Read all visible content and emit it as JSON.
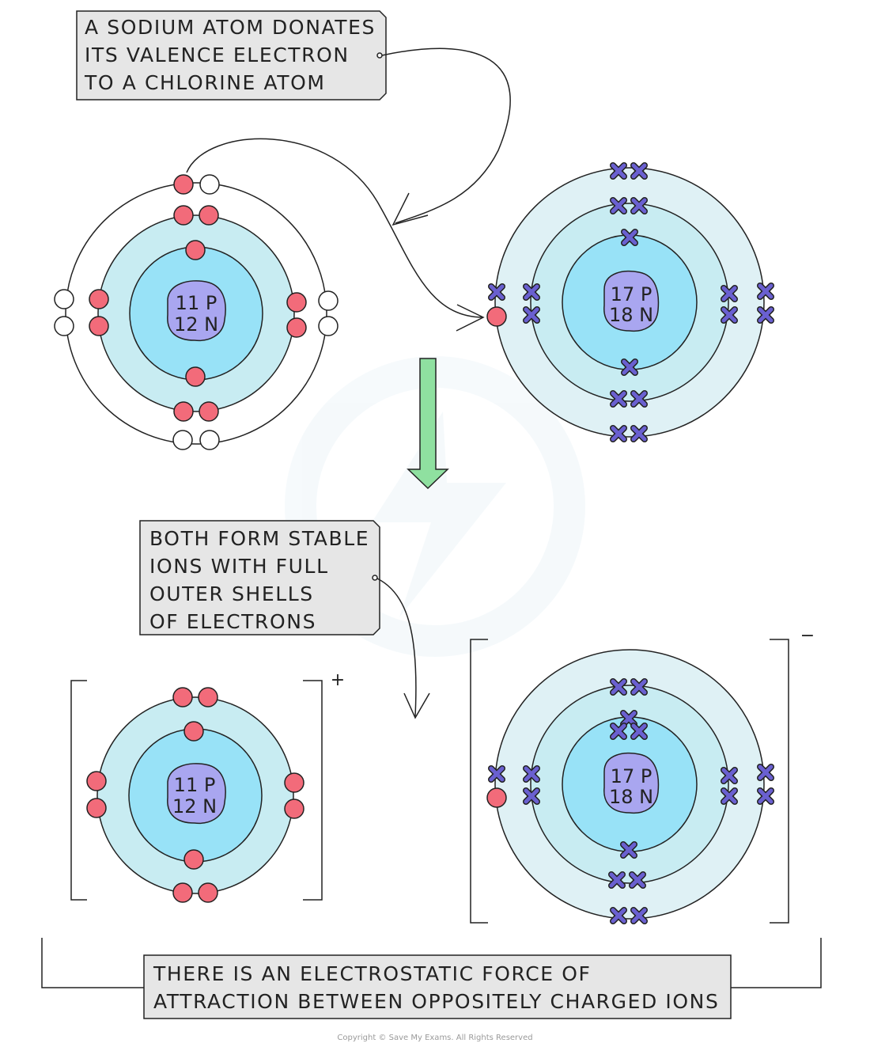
{
  "captions": {
    "donate": [
      "A SODIUM ATOM DONATES",
      "ITS VALENCE ELECTRON",
      "TO A CHLORINE ATOM"
    ],
    "stable": [
      "BOTH FORM STABLE",
      "IONS WITH FULL",
      "OUTER SHELLS",
      "OF ELECTRONS"
    ],
    "force": [
      "THERE IS AN ELECTROSTATIC FORCE OF",
      "ATTRACTION BETWEEN OPPOSITELY CHARGED IONS"
    ]
  },
  "sodium": {
    "protons": "11 P",
    "neutrons": "12 N",
    "ion_charge": "+"
  },
  "chlorine": {
    "protons": "17 P",
    "neutrons": "18 N",
    "ion_charge": "−"
  },
  "copyright": "Copyright © Save My Exams. All Rights Reserved",
  "colors": {
    "outer_shell_fill": "#dff1f5",
    "inner_shell_fill": "#c8ecf2",
    "core_fill": "#98e2f7",
    "nucleus_fill": "#a9a6f0",
    "sodium_electron": "#f26b7a",
    "chlorine_electron": "#6a60d0",
    "box_fill": "#e6e6e6",
    "down_arrow": "#8fe0a0"
  }
}
